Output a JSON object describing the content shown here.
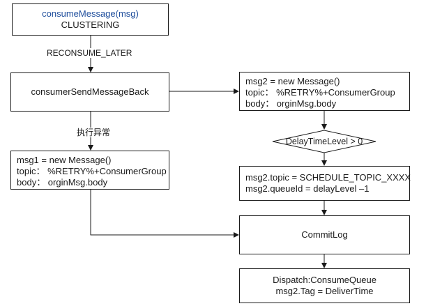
{
  "nodes": {
    "consume_message": {
      "lines": [
        "consumeMessage(msg)",
        "CLUSTERING"
      ]
    },
    "send_message_back": {
      "lines": [
        "consumerSendMessageBack"
      ]
    },
    "msg1": {
      "lines": [
        "msg1 = new Message()",
        "topic：  %RETRY%+ConsumerGroup",
        "body：  orginMsg.body"
      ]
    },
    "msg2": {
      "lines": [
        "msg2 = new Message()",
        "topic：  %RETRY%+ConsumerGroup",
        "body：  orginMsg.body"
      ]
    },
    "delay_check": {
      "label": "DelayTimeLevel > 0"
    },
    "schedule": {
      "lines": [
        "msg2.topic = SCHEDULE_TOPIC_XXXX",
        "msg2.queueId = delayLevel –1"
      ]
    },
    "commitlog": {
      "lines": [
        "CommitLog"
      ]
    },
    "dispatch": {
      "lines": [
        "Dispatch:ConsumeQueue",
        "msg2.Tag = DeliverTime"
      ]
    }
  },
  "edges": {
    "reconsume_later": "RECONSUME_LATER",
    "exception": "执行异常"
  },
  "colors": {
    "stroke": "#1a1a1a",
    "highlight_text": "#1f4e9c"
  }
}
